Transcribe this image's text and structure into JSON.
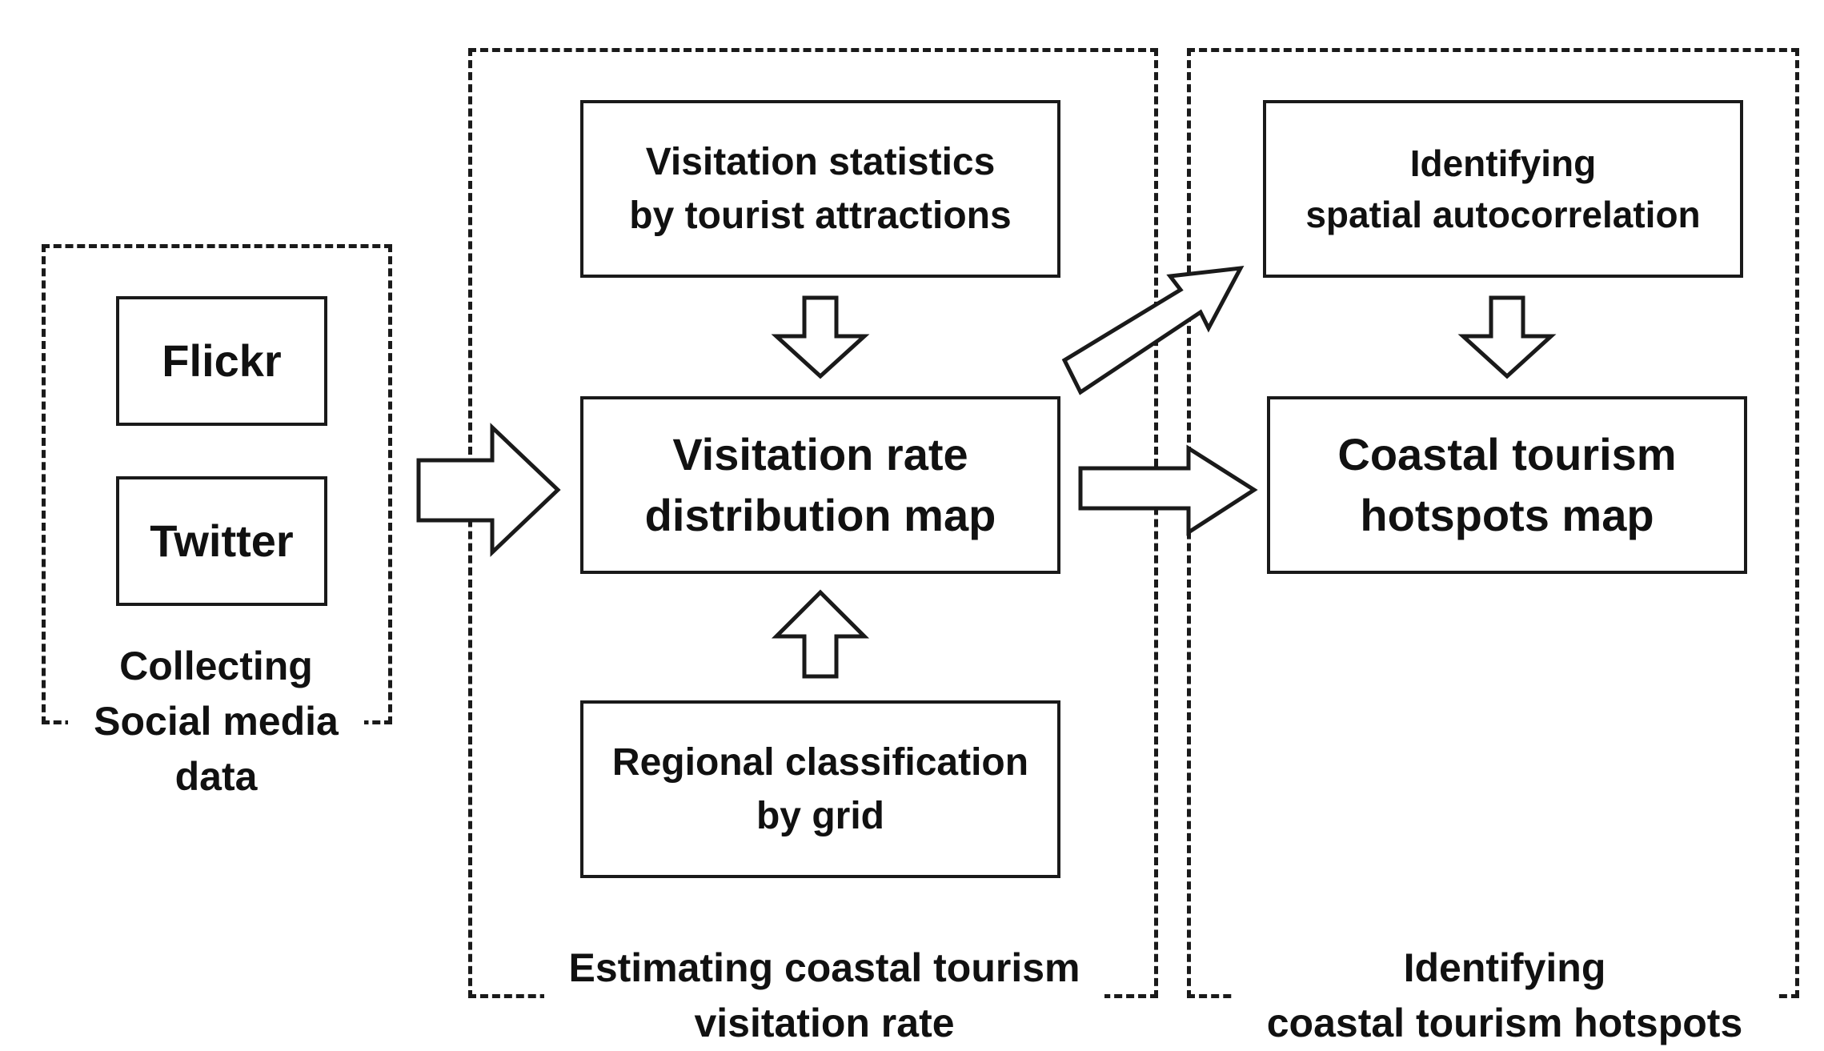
{
  "groups": {
    "collecting": {
      "caption": "Collecting\nSocial media\ndata"
    },
    "estimating": {
      "caption": "Estimating coastal tourism\nvisitation rate"
    },
    "identifying": {
      "caption": "Identifying\ncoastal tourism hotspots"
    }
  },
  "boxes": {
    "flickr": "Flickr",
    "twitter": "Twitter",
    "visitation_statistics": "Visitation statistics\nby tourist attractions",
    "visitation_rate_map": "Visitation rate\ndistribution map",
    "regional_classification": "Regional classification\nby grid",
    "spatial_autocorrelation": "Identifying\nspatial autocorrelation",
    "hotspots_map": "Coastal tourism\nhotspots map"
  },
  "colors": {
    "line": "#1a1a1a",
    "fill": "#ffffff"
  }
}
